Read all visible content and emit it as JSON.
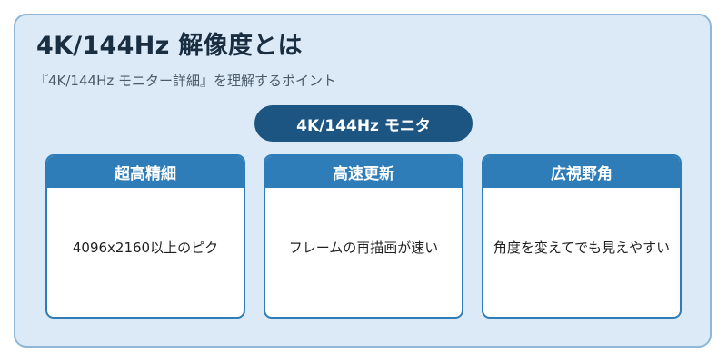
{
  "title": "4K/144Hz 解像度とは",
  "subtitle": "『4K/144Hz モニター詳細』を理解するポイント",
  "center_label": "4K/144Hz モニタ",
  "cards": [
    {
      "header": "超高精細",
      "body": "4096x2160以上のピク"
    },
    {
      "header": "高速更新",
      "body": "フレームの再描画が速い"
    },
    {
      "header": "広視野角",
      "body": "角度を変えてでも見えやすい"
    }
  ],
  "colors": {
    "panel_bg": "#dbeaf6",
    "panel_border": "#8eb7d8",
    "pill_bg": "#1c5582",
    "card_accent": "#2f7db8",
    "title_text": "#1a2e42"
  }
}
